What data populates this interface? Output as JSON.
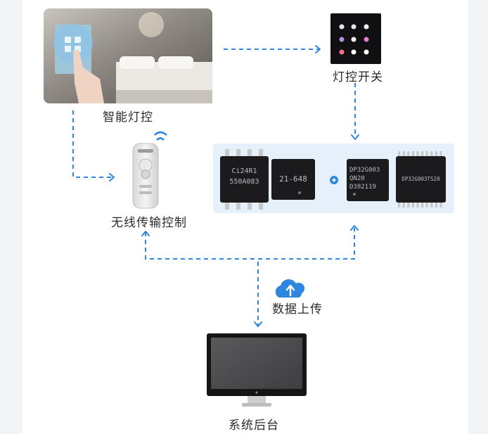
{
  "nodes": {
    "smart_control": "智能灯控",
    "light_switch": "灯控开关",
    "wireless": "无线传输控制",
    "upload": "数据上传",
    "backend": "系统后台"
  },
  "chips": {
    "chip1": [
      "Ci24R1",
      "550A083"
    ],
    "chip2": "21-648",
    "chip3": [
      "DP32G003",
      "QN20",
      "D382119"
    ],
    "chip4": "DP32G003TS20"
  },
  "colors": {
    "arrow": "#2e86de",
    "chip_panel": "#e6f0fb",
    "chip_body": "#1b1b1d",
    "plus": "#2e86de"
  }
}
